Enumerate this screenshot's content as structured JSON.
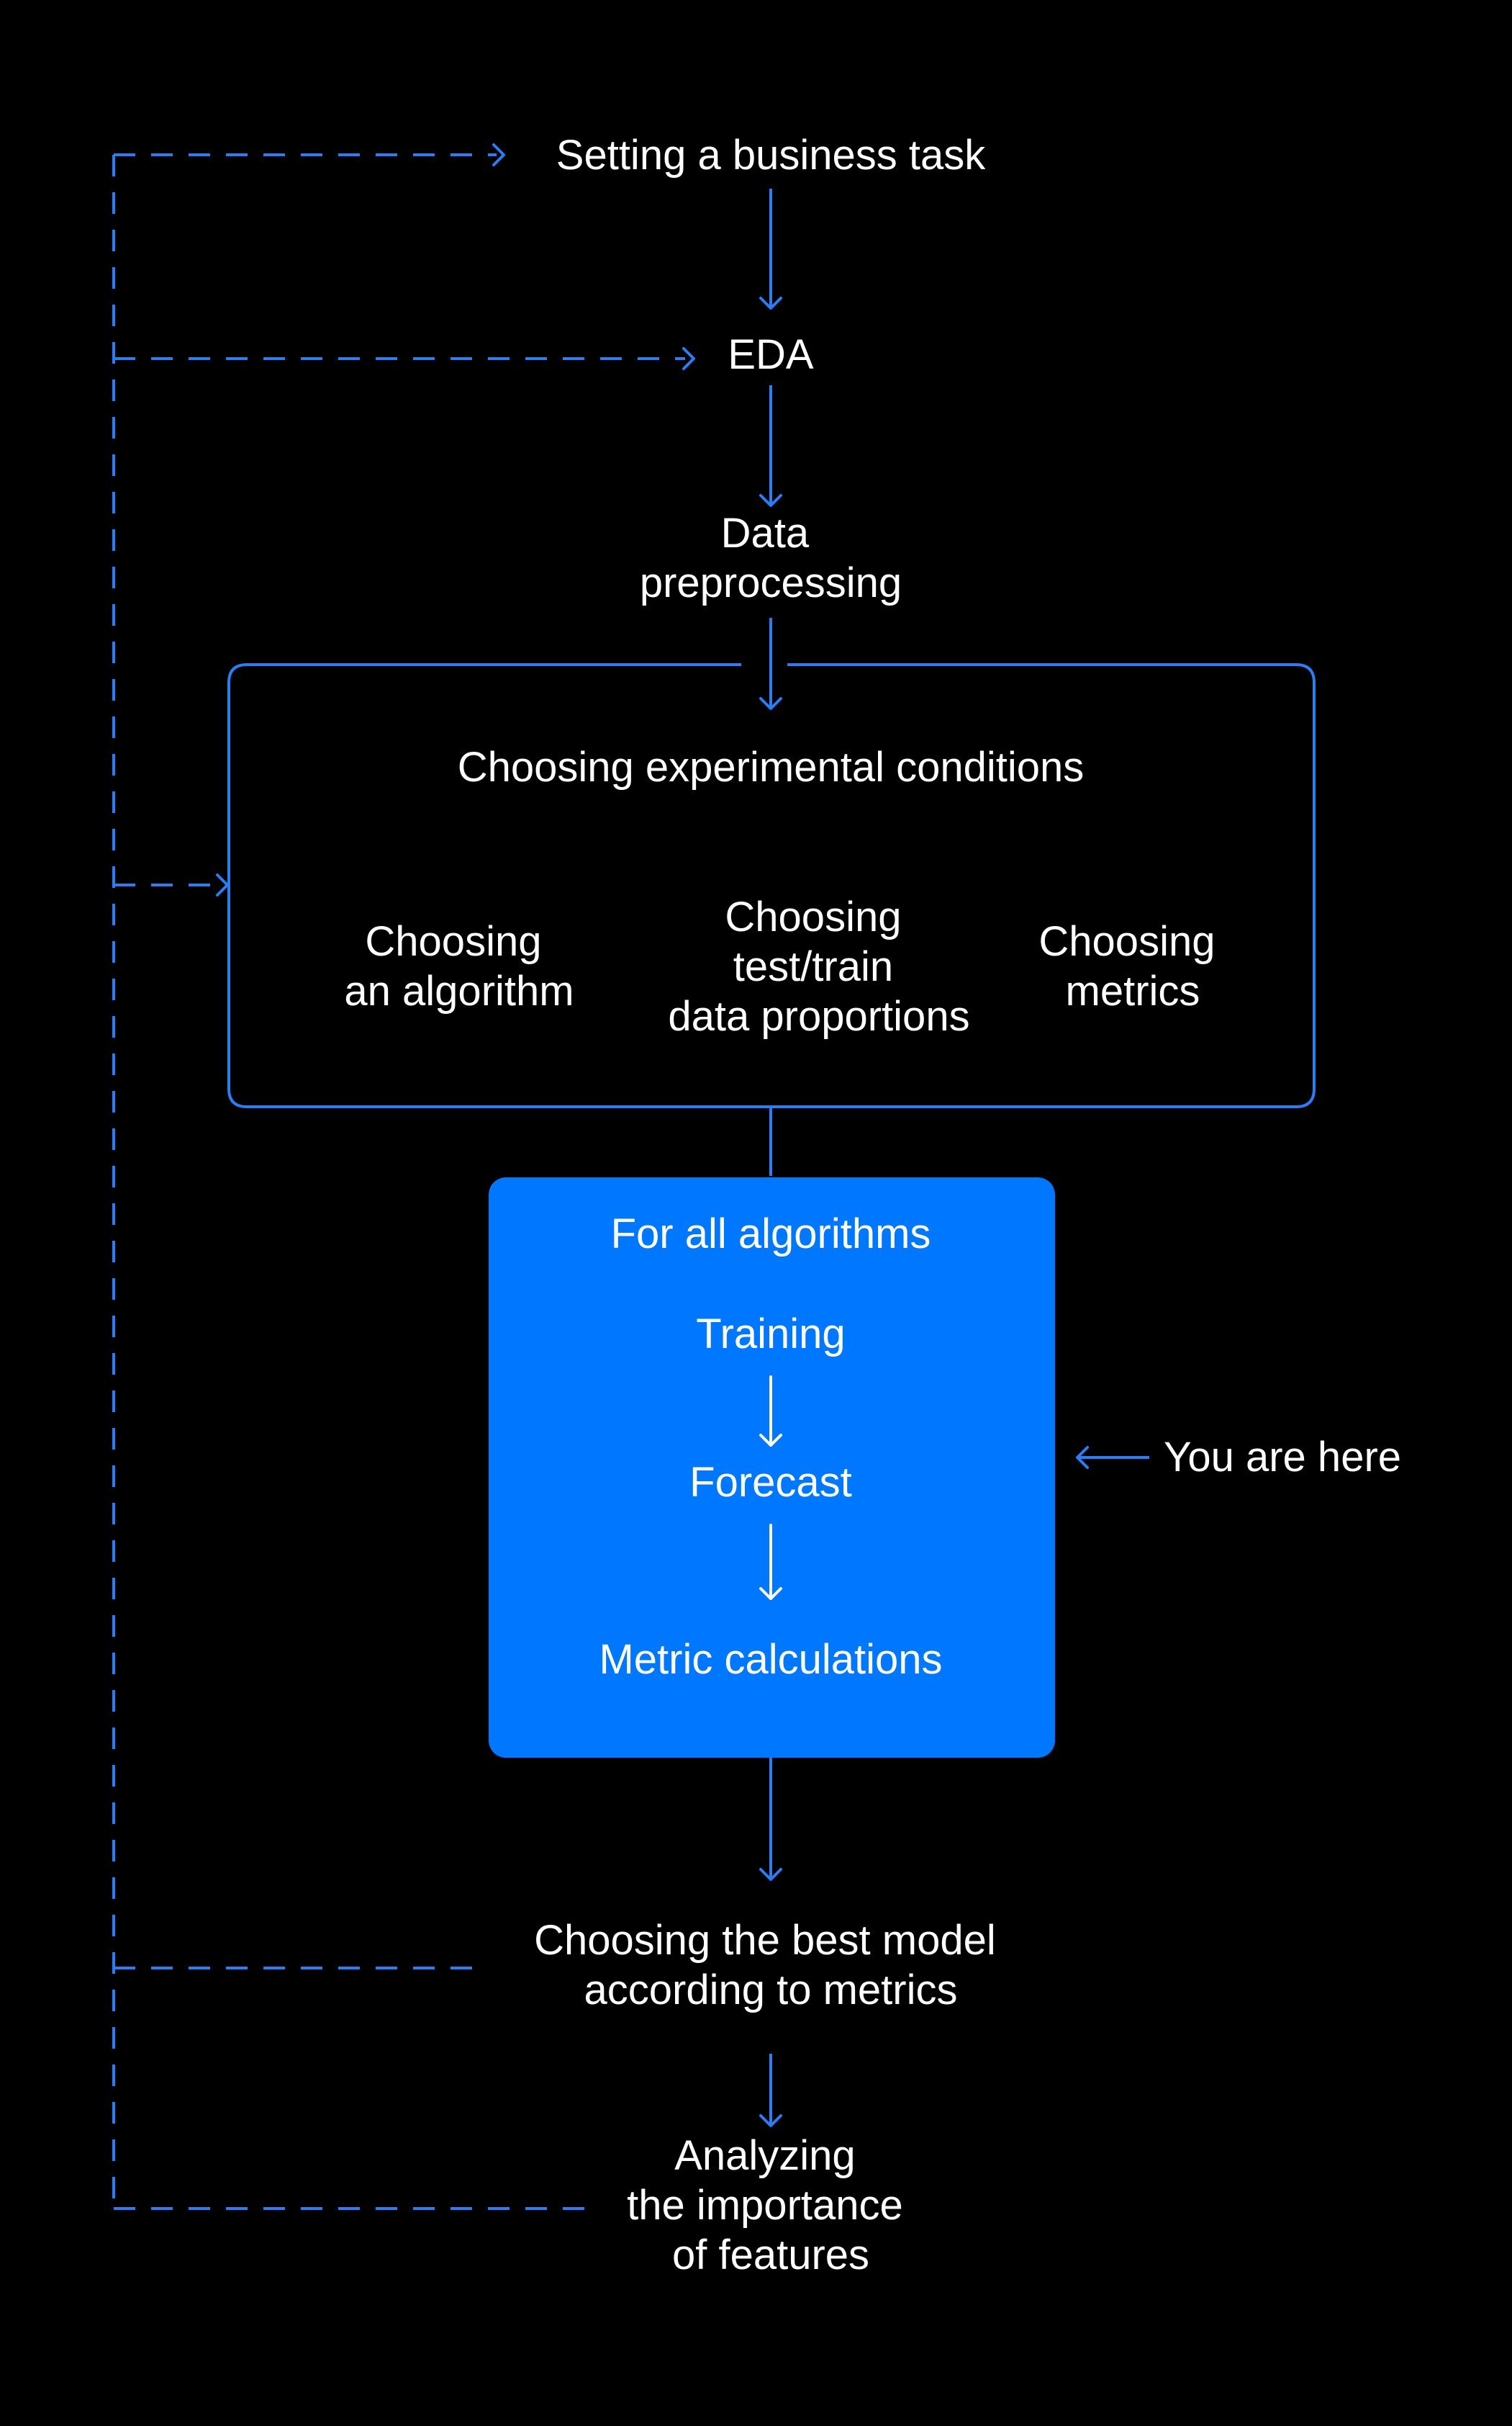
{
  "colors": {
    "background": "#000000",
    "accent": "#2a7df3",
    "highlight_box": "#0077ff",
    "text": "#ffffff"
  },
  "steps": {
    "business_task": "Setting a business task",
    "eda": "EDA",
    "preprocessing": [
      "Data",
      "preprocessing"
    ],
    "experimental": {
      "title": "Choosing experimental conditions",
      "algorithm": [
        "Choosing",
        "an algorithm"
      ],
      "proportions": [
        "Choosing",
        "test/train",
        "data proportions"
      ],
      "metrics": [
        "Choosing",
        "metrics"
      ]
    },
    "loop": {
      "title": "For all algorithms",
      "training": "Training",
      "forecast": "Forecast",
      "metric_calc": "Metric calculations"
    },
    "best_model": [
      "Choosing the best model",
      "according to metrics"
    ],
    "features": [
      "Analyzing",
      "the importance",
      "of features"
    ]
  },
  "you_are_here": "You are here"
}
